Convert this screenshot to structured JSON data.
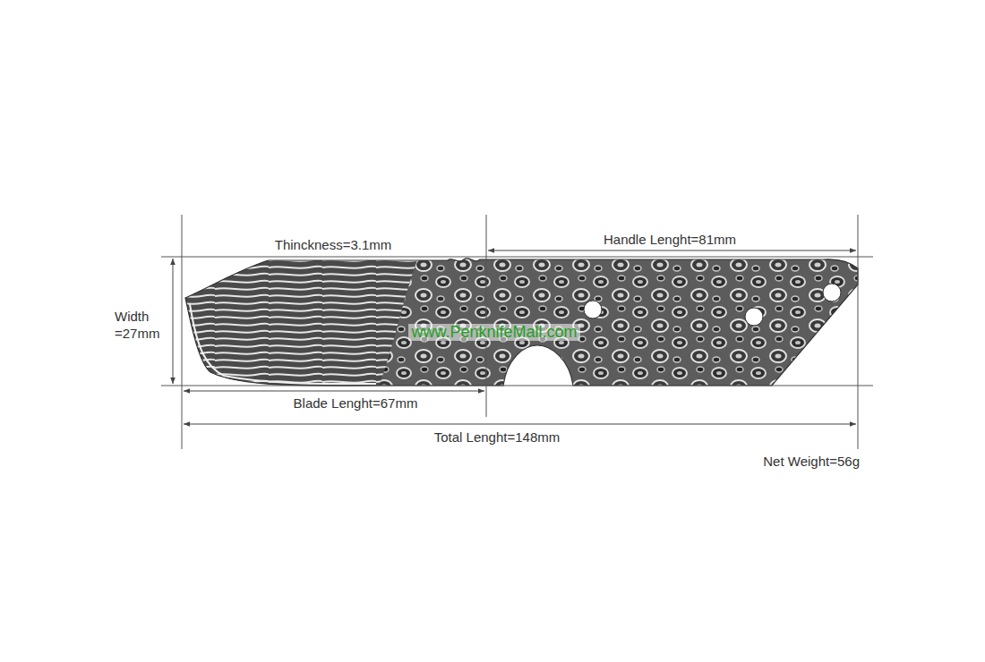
{
  "diagram": {
    "labels": [
      "Thinckness=3.1mm",
      "Handle Lenght=81mm",
      "Width =27mm",
      "www.PenknifeMall.com",
      "Blade Lenght=67mm",
      "Total Lenght=148mm",
      "Net Weight=56g"
    ]
  }
}
